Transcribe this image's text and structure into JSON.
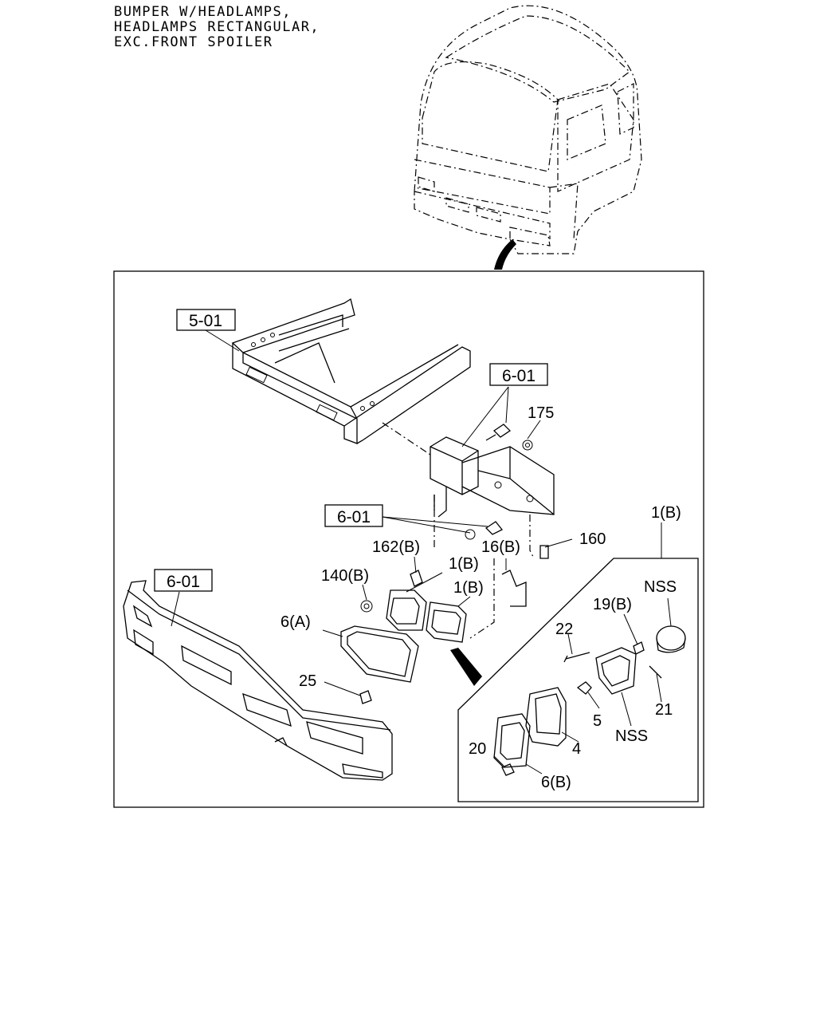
{
  "title_lines": [
    "BUMPER W/HEADLAMPS,",
    "HEADLAMPS RECTANGULAR,",
    "EXC.FRONT SPOILER"
  ],
  "ref_boxes": {
    "frame": "5-01",
    "bracket_top": "6-01",
    "bracket_mid": "6-01",
    "bumper": "6-01"
  },
  "callouts": {
    "p175": "175",
    "p160": "160",
    "p162b": "162(B)",
    "p16b": "16(B)",
    "p140b": "140(B)",
    "p1b_a": "1(B)",
    "p1b_b": "1(B)",
    "p6a": "6(A)",
    "p25": "25",
    "p1b_detail": "1(B)"
  },
  "detail_callouts": {
    "nss_top": "NSS",
    "p19b": "19(B)",
    "p22": "22",
    "p21": "21",
    "p5": "5",
    "nss_bottom": "NSS",
    "p4": "4",
    "p20": "20",
    "p6b": "6(B)"
  }
}
